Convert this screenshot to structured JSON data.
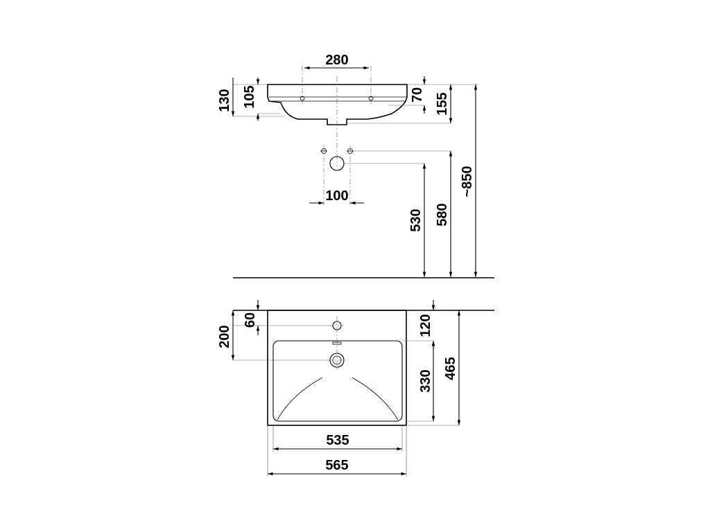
{
  "side_view": {
    "tap_spacing": "280",
    "height_130": "130",
    "height_105": "105",
    "depth_70": "70",
    "depth_155": "155",
    "total_height": "~850",
    "connection_spacing": "100",
    "height_530": "530",
    "height_580": "580"
  },
  "top_view": {
    "tap_offset": "60",
    "drain_offset": "200",
    "front_offset": "120",
    "inner_depth": "330",
    "total_depth": "465",
    "inner_width": "535",
    "total_width": "565"
  }
}
